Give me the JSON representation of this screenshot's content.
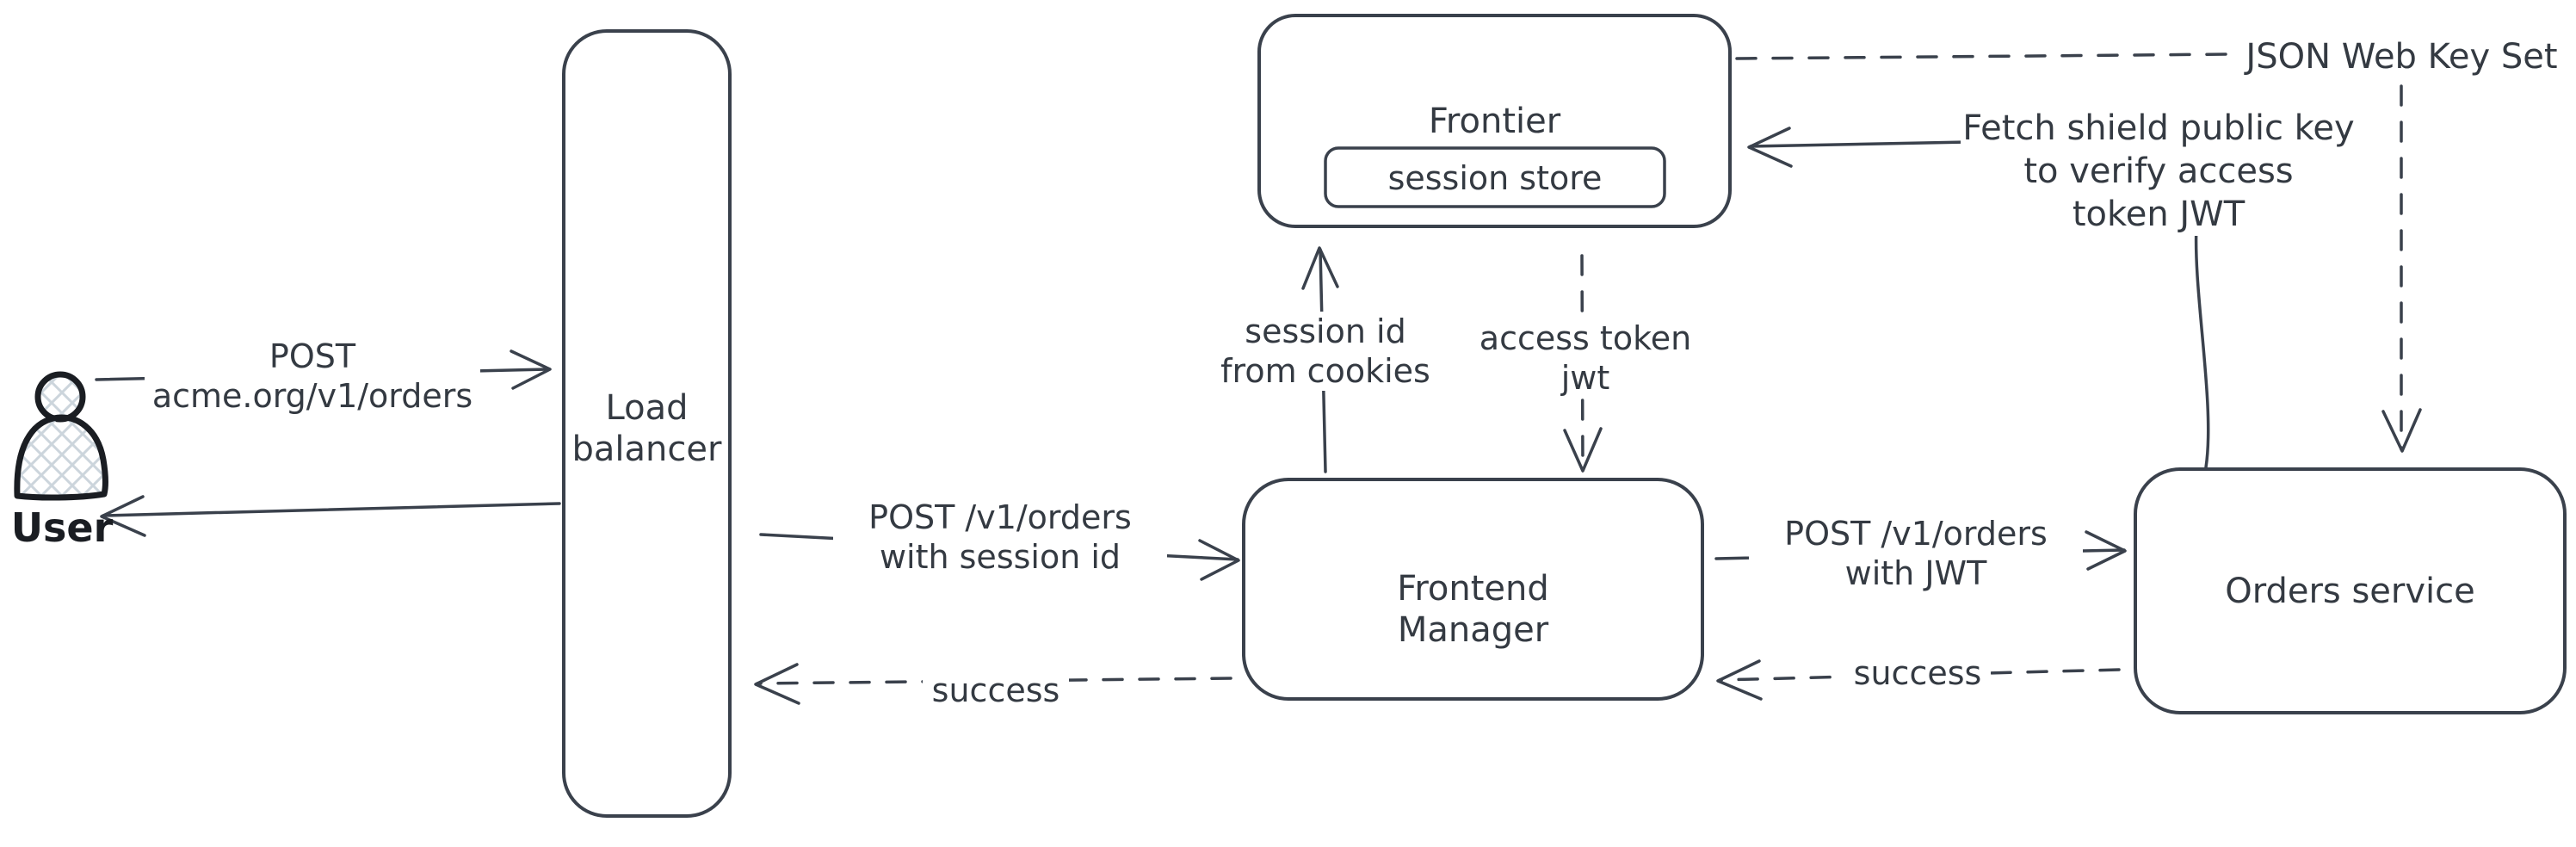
{
  "palette": {
    "stroke": "#3a414c",
    "text": "#343a42",
    "icon_stroke": "#1a1d22",
    "crosshatch_fill": "#ccd5dc",
    "label_background": "#ffffff",
    "canvas_background": "#ffffff"
  },
  "nodes": {
    "user": {
      "label": "User",
      "icon": "person-icon"
    },
    "load_balancer": {
      "label": "Load\nbalancer"
    },
    "frontier": {
      "label": "Frontier"
    },
    "session_store": {
      "label": "session store"
    },
    "frontend_manager": {
      "label": "Frontend\nManager"
    },
    "orders_service": {
      "label": "Orders service"
    },
    "json_web_key_set": {
      "label": "JSON Web Key Set"
    }
  },
  "edges": {
    "user_to_load_balancer": {
      "label": "POST\nacme.org/v1/orders",
      "style": "solid",
      "direction": "right"
    },
    "load_balancer_to_user": {
      "label": "",
      "style": "solid",
      "direction": "left"
    },
    "load_balancer_to_frontend_manager": {
      "label": "POST /v1/orders\nwith session id",
      "style": "solid",
      "direction": "right"
    },
    "frontend_manager_to_load_balancer": {
      "label": "success",
      "style": "dashed",
      "direction": "left"
    },
    "frontend_manager_to_frontier": {
      "label": "session id\nfrom cookies",
      "style": "solid",
      "direction": "up"
    },
    "frontier_to_frontend_manager": {
      "label": "access token\njwt",
      "style": "dashed",
      "direction": "down"
    },
    "frontend_manager_to_orders_service": {
      "label": "POST /v1/orders\nwith JWT",
      "style": "solid",
      "direction": "right"
    },
    "orders_service_to_frontend_manager": {
      "label": "success",
      "style": "dashed",
      "direction": "left"
    },
    "orders_service_to_frontier": {
      "label": "Fetch shield public key\nto verify access\ntoken JWT",
      "style": "solid",
      "direction": "left"
    },
    "frontier_to_json_web_key_set": {
      "label": "",
      "style": "dashed",
      "direction": "right"
    },
    "json_web_key_set_to_orders_service": {
      "label": "",
      "style": "dashed",
      "direction": "down"
    }
  }
}
